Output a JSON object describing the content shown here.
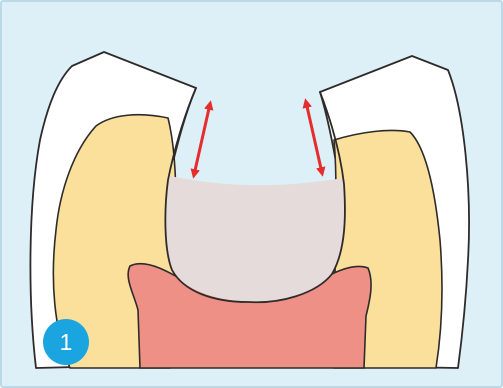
{
  "step_badge": {
    "number": "1",
    "color": "#1aa5e0"
  },
  "colors": {
    "background": "#ddf0f8",
    "frame_border": "#bcd9e8",
    "enamel": "#ffffff",
    "dentin": "#fbe09b",
    "pulp": "#ef9087",
    "restoration": "#e4dbda",
    "outline": "#2e2b2a",
    "arrow": "#e52d2d"
  },
  "arrows": [
    {
      "name": "left-expansion-arrow",
      "direction": "bidirectional"
    },
    {
      "name": "right-expansion-arrow",
      "direction": "bidirectional"
    }
  ]
}
